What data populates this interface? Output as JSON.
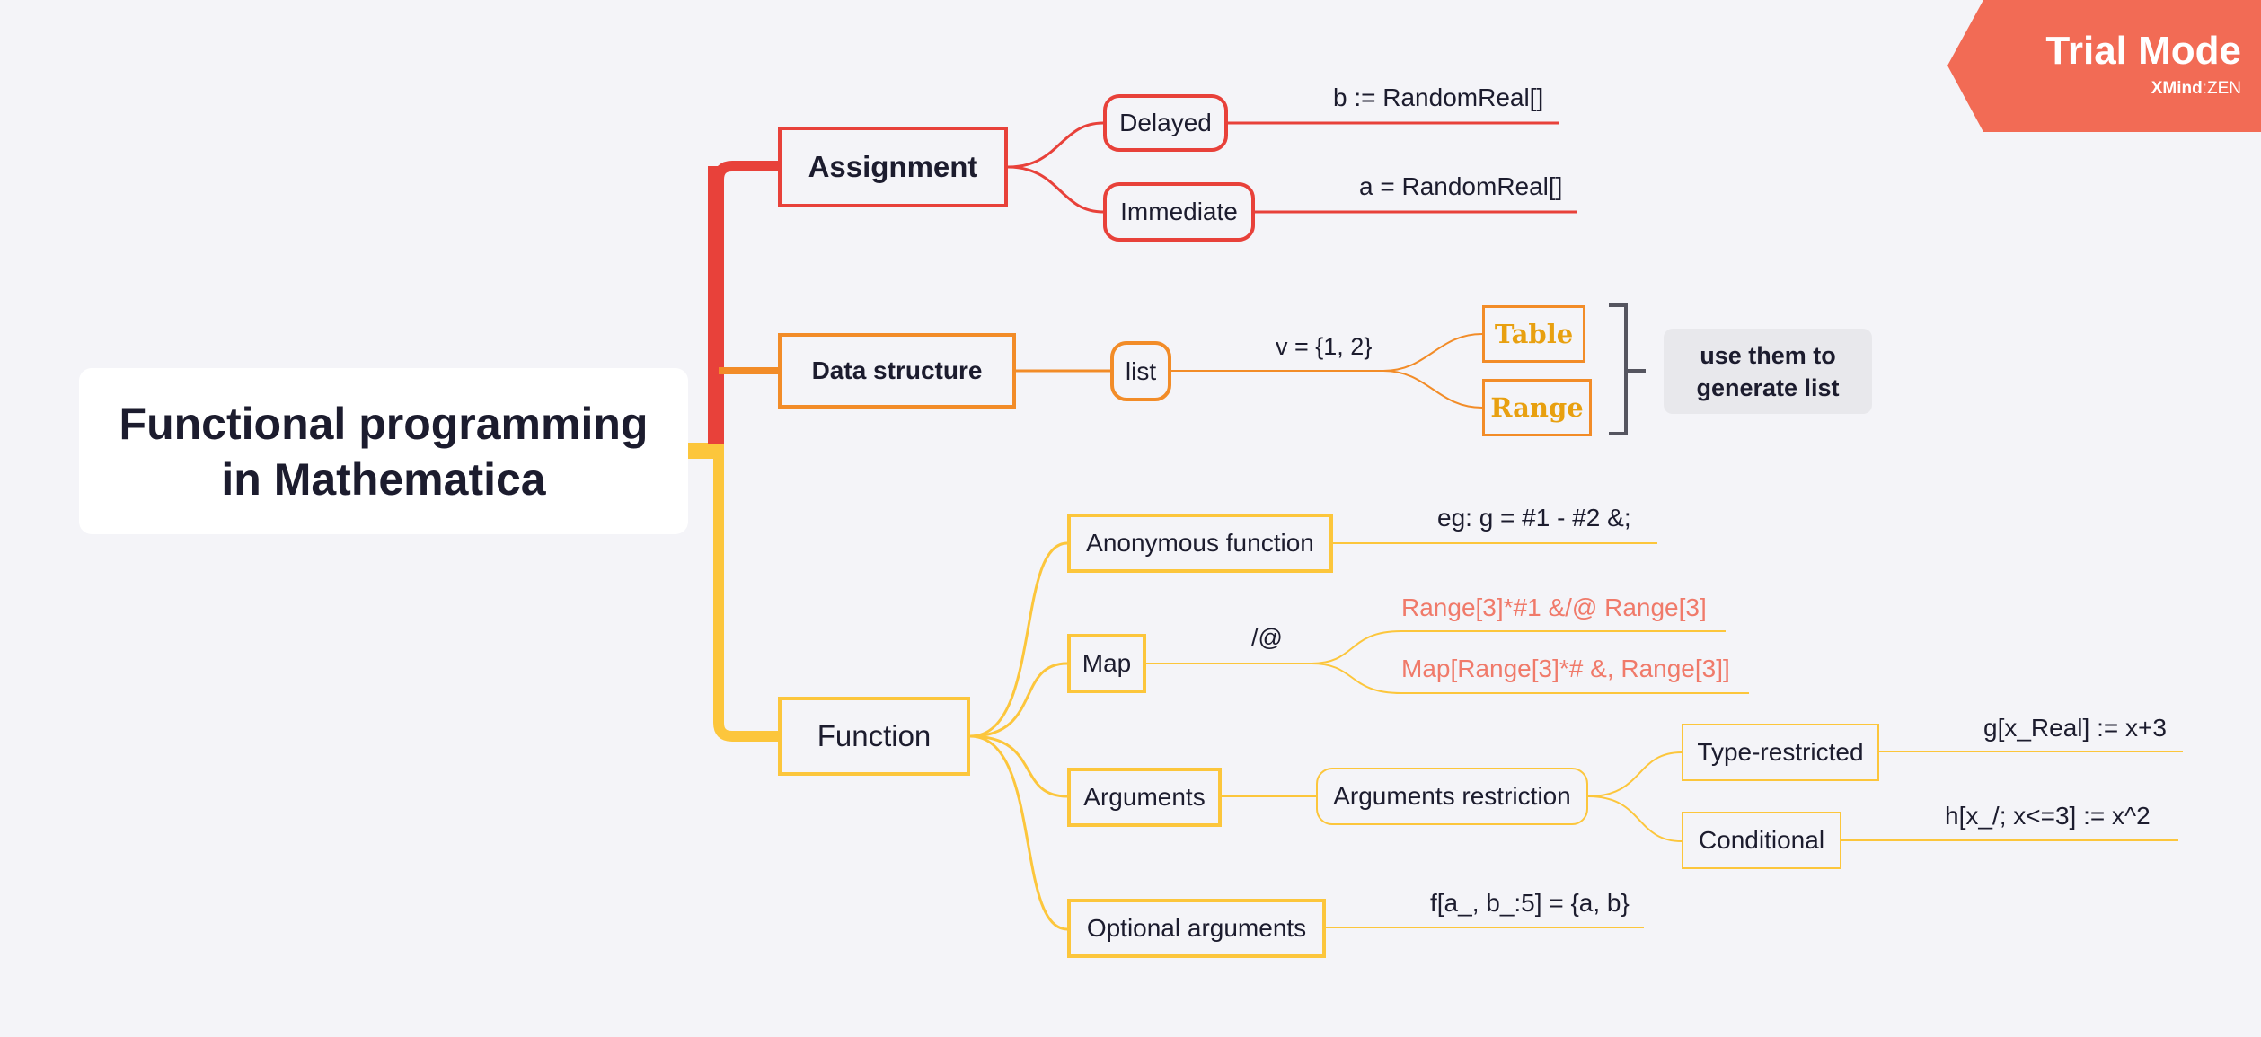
{
  "root": {
    "line1": "Functional programming",
    "line2": "in Mathematica"
  },
  "colors": {
    "assignment": "#e8413a",
    "data_structure": "#f28c28",
    "function": "#fcc63c",
    "range_text": "#f07a6a",
    "table_range_text": "#e8a010",
    "callout_bg": "#e8e8ec",
    "trial_bg": "#f26b55"
  },
  "branches": {
    "assignment": {
      "label": "Assignment",
      "delayed": {
        "label": "Delayed",
        "example": "b := RandomReal[]"
      },
      "immediate": {
        "label": "Immediate",
        "example": "a = RandomReal[]"
      }
    },
    "data_structure": {
      "label": "Data structure",
      "list": {
        "label": "list",
        "example": "v = {1, 2}"
      },
      "table": "Table",
      "range": "Range",
      "callout": {
        "line1": "use them to",
        "line2": "generate list"
      }
    },
    "function": {
      "label": "Function",
      "anonymous": {
        "label": "Anonymous function",
        "example": "eg: g = #1 - #2  &;"
      },
      "map": {
        "label": "Map",
        "operator": "/@",
        "example1": "Range[3]*#1 &/@ Range[3]",
        "example2": "Map[Range[3]*# &, Range[3]]"
      },
      "arguments": {
        "label": "Arguments",
        "restriction": "Arguments restriction",
        "type_restricted": {
          "label": "Type-restricted",
          "example": "g[x_Real] := x+3"
        },
        "conditional": {
          "label": "Conditional",
          "example": "h[x_/; x<=3] := x^2"
        }
      },
      "optional": {
        "label": "Optional arguments",
        "example": "f[a_, b_:5] = {a, b}"
      }
    }
  },
  "trial": {
    "title": "Trial Mode",
    "brand": "XMind",
    "brand_suffix": "ZEN"
  }
}
